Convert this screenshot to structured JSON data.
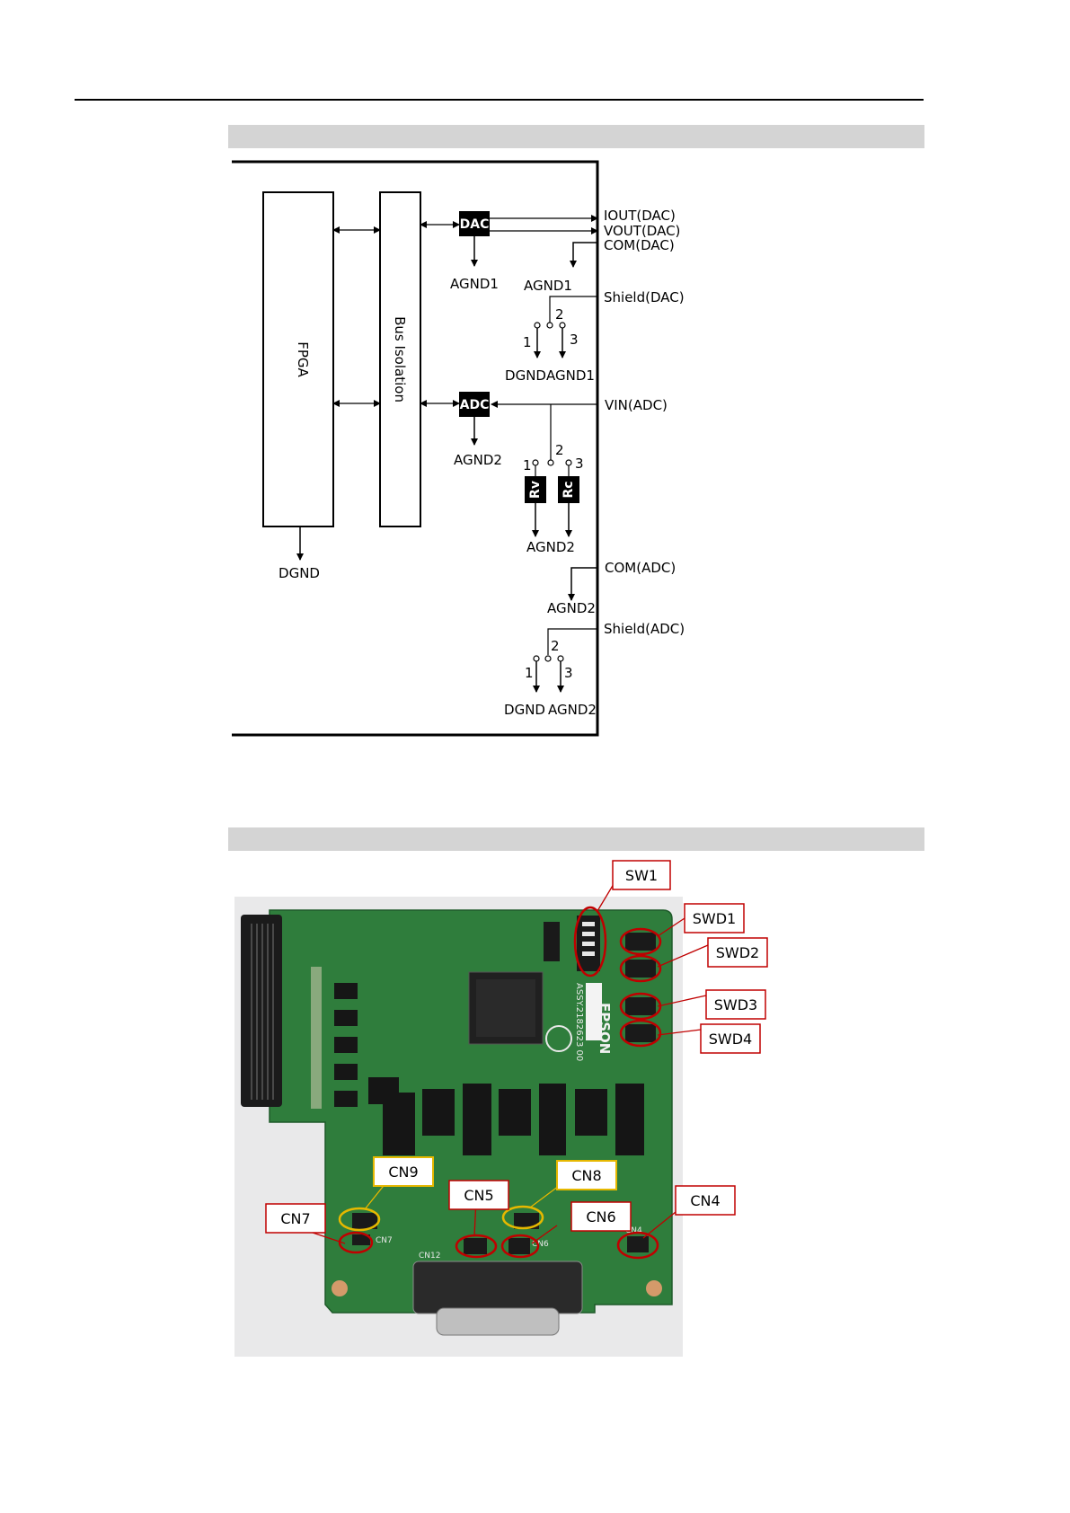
{
  "diagram": {
    "fpga": "FPGA",
    "bus_isolation": "Bus Isolation",
    "dac": "DAC",
    "adc": "ADC",
    "rv": "Rv",
    "rc": "Rc",
    "iout_dac": "IOUT(DAC)",
    "vout_dac": "VOUT(DAC)",
    "com_dac": "COM(DAC)",
    "shield_dac": "Shield(DAC)",
    "vin_adc": "VIN(ADC)",
    "com_adc": "COM(ADC)",
    "shield_adc": "Shield(ADC)",
    "agnd1": "AGND1",
    "agnd2": "AGND2",
    "dgnd": "DGND",
    "pin1": "1",
    "pin2": "2",
    "pin3": "3"
  },
  "board": {
    "callouts_red": [
      "SW1",
      "SWD1",
      "SWD2",
      "SWD3",
      "SWD4",
      "CN7",
      "CN5",
      "CN6",
      "CN4"
    ],
    "callouts_yellow": [
      "CN9",
      "CN8"
    ],
    "silk": {
      "cn12": "CN12",
      "cn4": "CN4",
      "cn6": "CN6",
      "cn7": "CN7",
      "epson": "EPSON",
      "part_no": "ASSY.2182623 00"
    },
    "colors": {
      "callout_red": "#c00000",
      "callout_yellow": "#e6b800",
      "pcb": "#2f7d3c"
    }
  }
}
